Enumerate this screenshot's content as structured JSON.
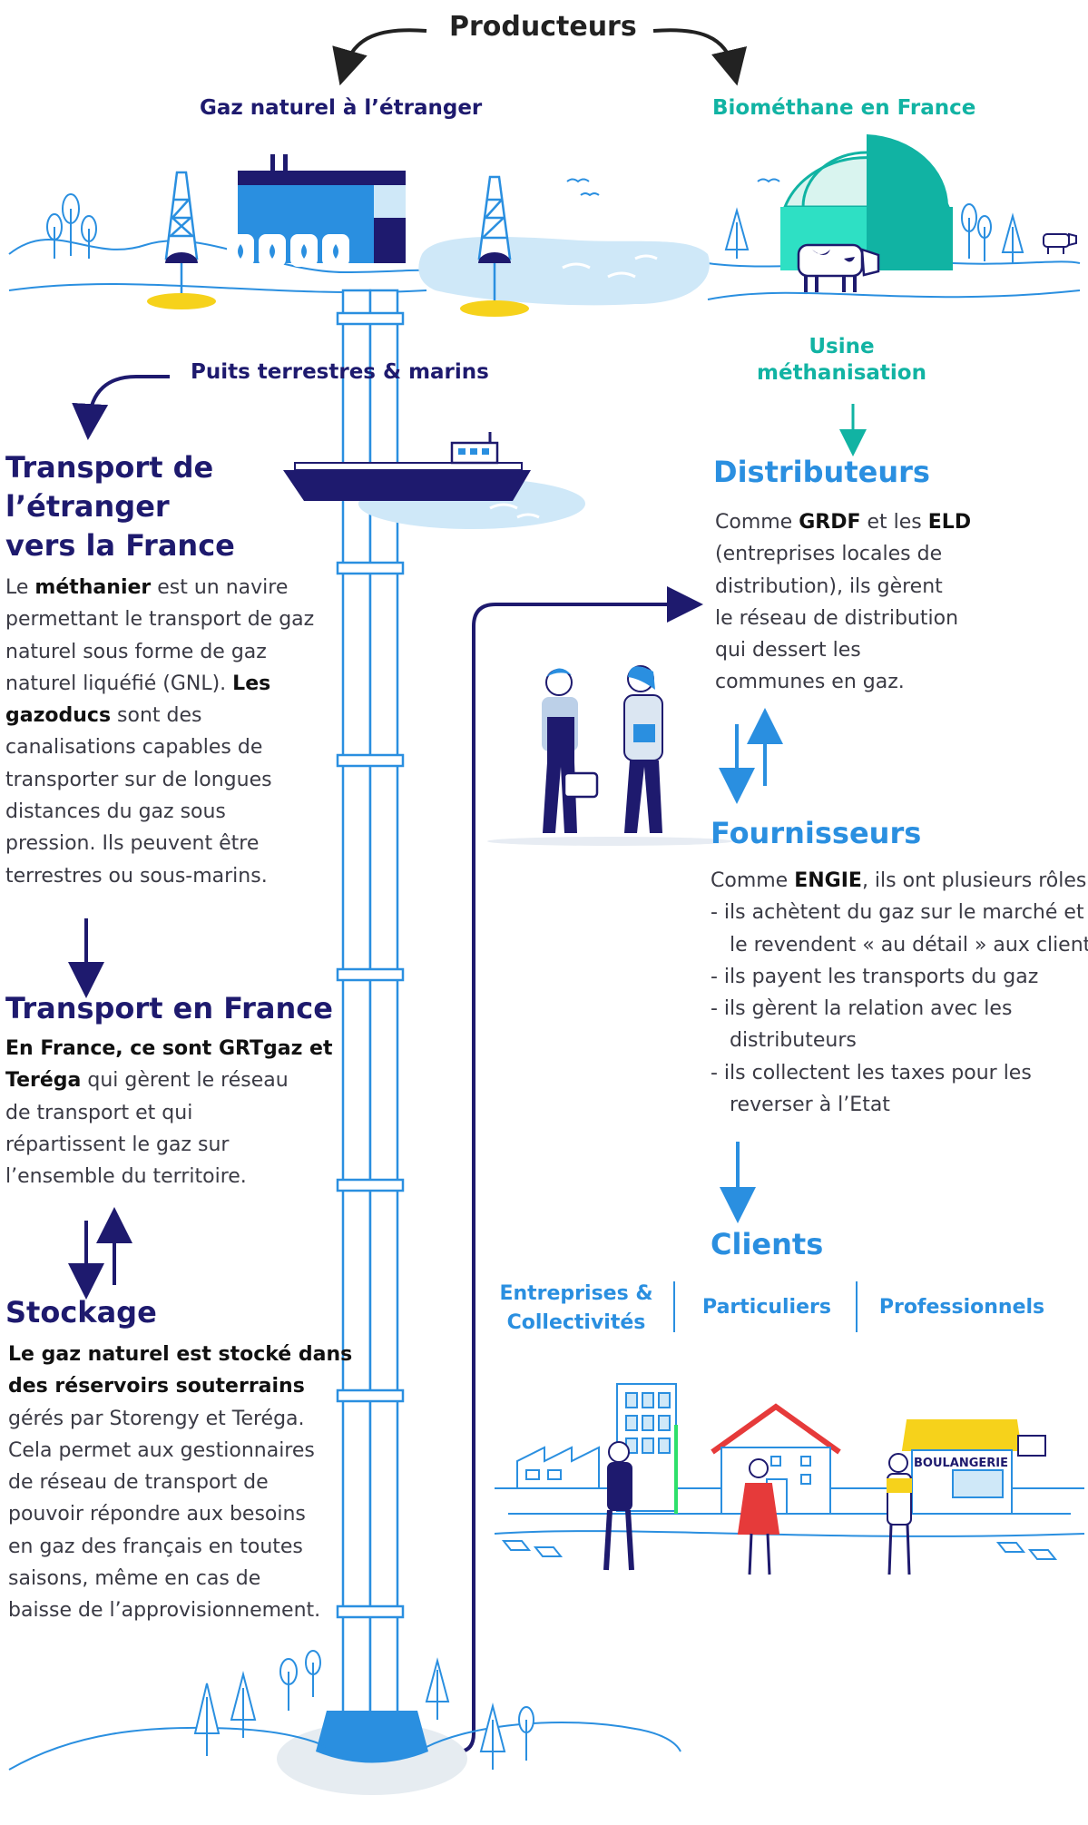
{
  "producers": {
    "title": "Producteurs",
    "foreign_gas": "Gaz naturel à l’étranger",
    "biomethane": "Biométhane en France",
    "wells": "Puits terrestres & marins",
    "plant_line1": "Usine",
    "plant_line2": "méthanisation"
  },
  "transport_abroad": {
    "title_line1": "Transport de",
    "title_line2": "l’étranger",
    "title_line3": "vers la France",
    "lines": [
      {
        "pre": "Le ",
        "bold": "méthanier",
        "post": " est un navire"
      },
      {
        "pre": "permettant le transport de gaz",
        "bold": "",
        "post": ""
      },
      {
        "pre": "naturel sous forme de gaz",
        "bold": "",
        "post": ""
      },
      {
        "pre": "naturel liquéfié (GNL). ",
        "bold": "Les",
        "post": ""
      },
      {
        "pre": "",
        "bold": "gazoducs",
        "post": " sont des"
      },
      {
        "pre": "canalisations capables de",
        "bold": "",
        "post": ""
      },
      {
        "pre": "transporter sur de longues",
        "bold": "",
        "post": ""
      },
      {
        "pre": "distances du gaz sous",
        "bold": "",
        "post": ""
      },
      {
        "pre": "pression. Ils peuvent être",
        "bold": "",
        "post": ""
      },
      {
        "pre": "terrestres ou sous-marins.",
        "bold": "",
        "post": ""
      }
    ]
  },
  "transport_france": {
    "title": "Transport en France",
    "lines": [
      {
        "pre": "",
        "bold": "En France, ce sont GRTgaz et",
        "post": ""
      },
      {
        "pre": "",
        "bold": "Teréga",
        "post": " qui gèrent le réseau"
      },
      {
        "pre": "de transport et qui",
        "bold": "",
        "post": ""
      },
      {
        "pre": "répartissent le gaz sur",
        "bold": "",
        "post": ""
      },
      {
        "pre": "l’ensemble du territoire.",
        "bold": "",
        "post": ""
      }
    ]
  },
  "storage": {
    "title": "Stockage",
    "lines": [
      {
        "pre": "",
        "bold": "Le gaz naturel est stocké dans",
        "post": ""
      },
      {
        "pre": "",
        "bold": "des réservoirs souterrains",
        "post": ""
      },
      {
        "pre": "gérés par Storengy et Teréga.",
        "bold": "",
        "post": ""
      },
      {
        "pre": "Cela permet aux gestionnaires",
        "bold": "",
        "post": ""
      },
      {
        "pre": "de réseau de transport de",
        "bold": "",
        "post": ""
      },
      {
        "pre": "pouvoir répondre aux besoins",
        "bold": "",
        "post": ""
      },
      {
        "pre": "en gaz des français en toutes",
        "bold": "",
        "post": ""
      },
      {
        "pre": "saisons, même en cas de",
        "bold": "",
        "post": ""
      },
      {
        "pre": "baisse de l’approvisionnement.",
        "bold": "",
        "post": ""
      }
    ]
  },
  "distributors": {
    "title": "Distributeurs",
    "lines": [
      {
        "pre": "Comme ",
        "bold": "GRDF",
        "post": " et les ",
        "bold2": "ELD"
      },
      {
        "pre": "(entreprises locales de",
        "bold": "",
        "post": ""
      },
      {
        "pre": "distribution), ils gèrent",
        "bold": "",
        "post": ""
      },
      {
        "pre": "le réseau de distribution",
        "bold": "",
        "post": ""
      },
      {
        "pre": "qui dessert les",
        "bold": "",
        "post": ""
      },
      {
        "pre": "communes en gaz.",
        "bold": "",
        "post": ""
      }
    ]
  },
  "suppliers": {
    "title": "Fournisseurs",
    "lines": [
      {
        "pre": "Comme ",
        "bold": "ENGIE",
        "post": ", ils ont plusieurs rôles :"
      },
      {
        "pre": "- ils achètent du gaz sur le marché et",
        "bold": "",
        "post": ""
      },
      {
        "pre": "   le revendent « au détail » aux clients",
        "bold": "",
        "post": ""
      },
      {
        "pre": "- ils payent les transports du gaz",
        "bold": "",
        "post": ""
      },
      {
        "pre": "- ils gèrent la relation avec les",
        "bold": "",
        "post": ""
      },
      {
        "pre": "   distributeurs",
        "bold": "",
        "post": ""
      },
      {
        "pre": "- ils collectent les taxes pour les",
        "bold": "",
        "post": ""
      },
      {
        "pre": "   reverser à l’Etat",
        "bold": "",
        "post": ""
      }
    ]
  },
  "clients": {
    "title": "Clients",
    "companies_line1": "Entreprises &",
    "companies_line2": "Collectivités",
    "individuals": "Particuliers",
    "professionals": "Professionnels",
    "bakery_sign": "BOULANGERIE"
  },
  "colors": {
    "navy": "#1e1a6e",
    "teal": "#11b3a3",
    "blue": "#2a8fe0",
    "light_blue": "#cfe8f8",
    "yellow": "#f6d21b"
  }
}
